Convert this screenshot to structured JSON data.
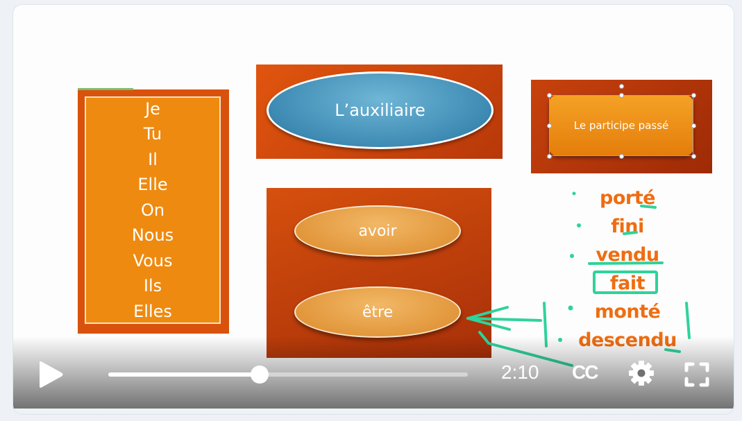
{
  "slide": {
    "pronouns": [
      "Je",
      "Tu",
      "Il",
      "Elle",
      "On",
      "Nous",
      "Vous",
      "Ils",
      "Elles"
    ],
    "auxiliaire_label": "L’auxiliaire",
    "participe_label": "Le participe passé",
    "avoir_label": "avoir",
    "etre_label": "être",
    "handwritten_participles": [
      "porté",
      "fini",
      "vendu",
      "fait",
      "monté",
      "descendu"
    ],
    "colors": {
      "panel": "#d9520d",
      "orange": "#ee8a10",
      "blue_oval": "#4f9cc4",
      "annotation_green": "#2fd39a",
      "handwriting_orange": "#ee6d12"
    }
  },
  "player": {
    "play_icon": "play-icon",
    "progress": 0.42,
    "time": "2:10",
    "captions_label": "CC",
    "settings_icon": "gear-icon",
    "fullscreen_icon": "fullscreen-icon"
  }
}
